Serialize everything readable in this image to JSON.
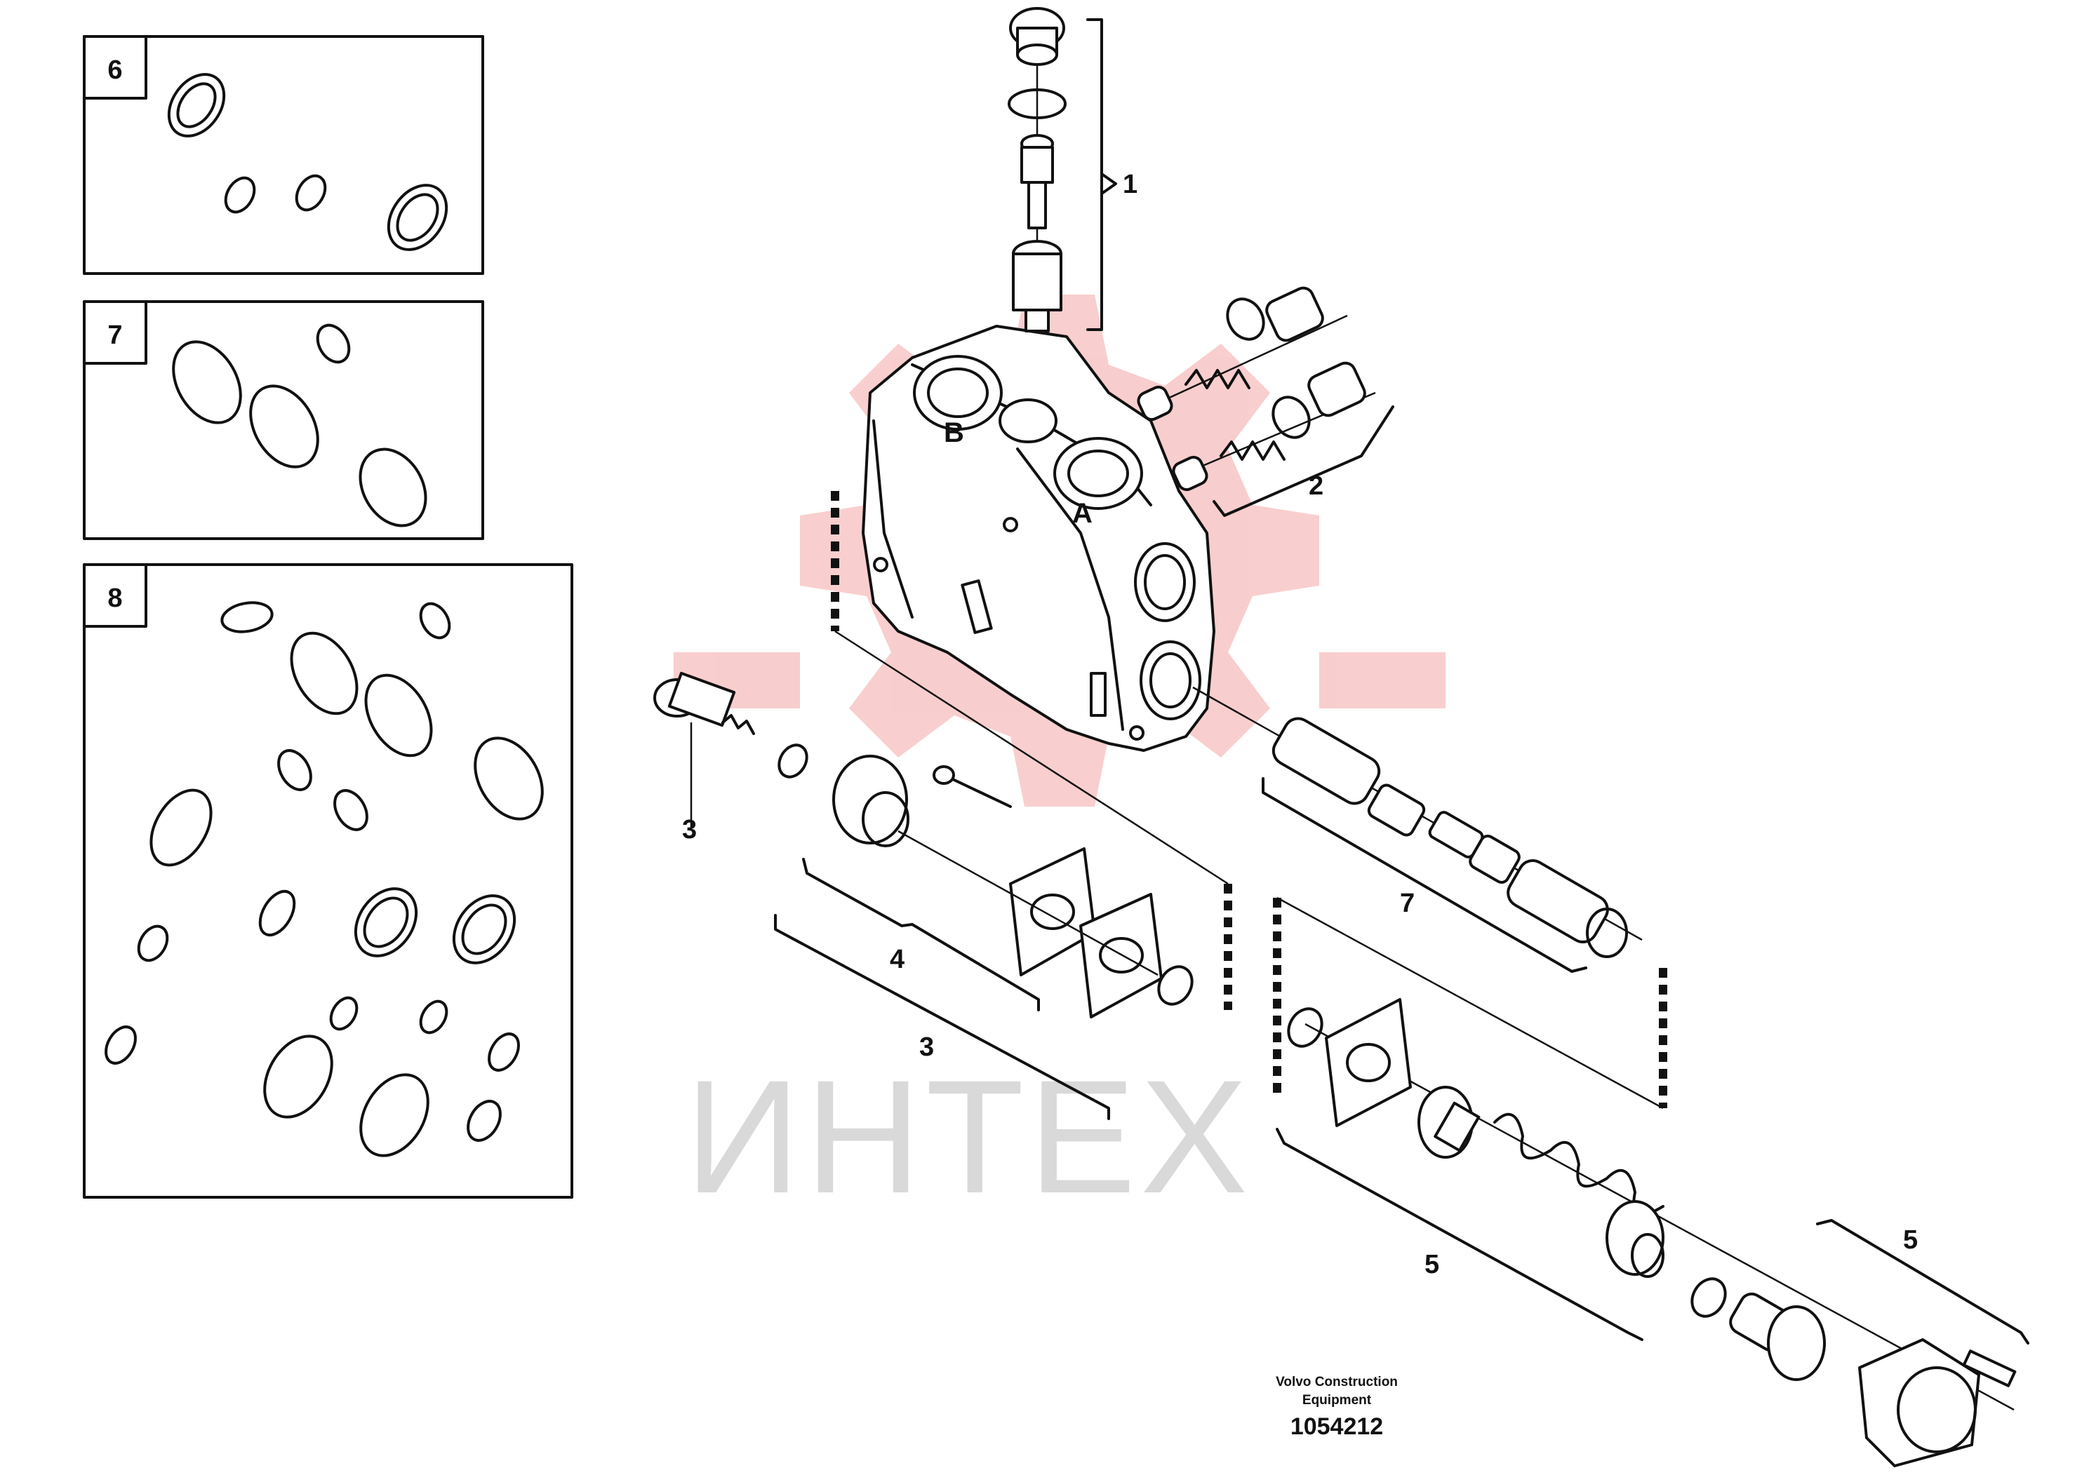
{
  "watermark": {
    "text": "ИНТЕХ",
    "logo_color": "#f4a6a6",
    "text_color": "#d9d9d9"
  },
  "inset_boxes": [
    {
      "number": "6"
    },
    {
      "number": "7"
    },
    {
      "number": "8"
    }
  ],
  "callouts": {
    "c1": "1",
    "c2": "2",
    "c3a": "3",
    "c3b": "3",
    "c4": "4",
    "c7": "7",
    "c5a": "5",
    "c5b": "5"
  },
  "port_letters": {
    "b": "B",
    "a": "A"
  },
  "footer": {
    "credit_line1": "Volvo Construction",
    "credit_line2": "Equipment",
    "part_number": "1054212"
  }
}
